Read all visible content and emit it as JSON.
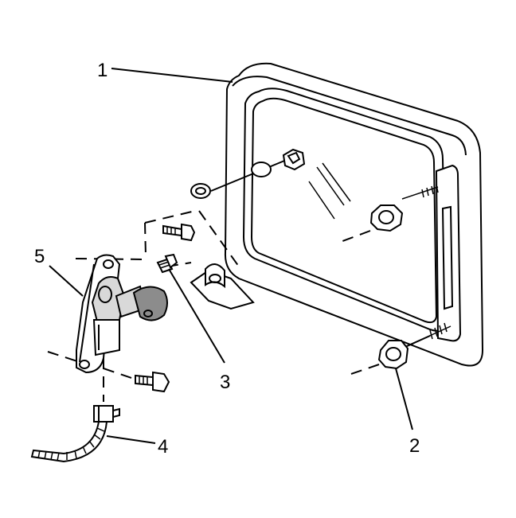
{
  "callouts": {
    "glass_panel": "1",
    "nut": "2",
    "bolt": "3",
    "wiring_harness": "4",
    "lamp_assembly": "5"
  }
}
